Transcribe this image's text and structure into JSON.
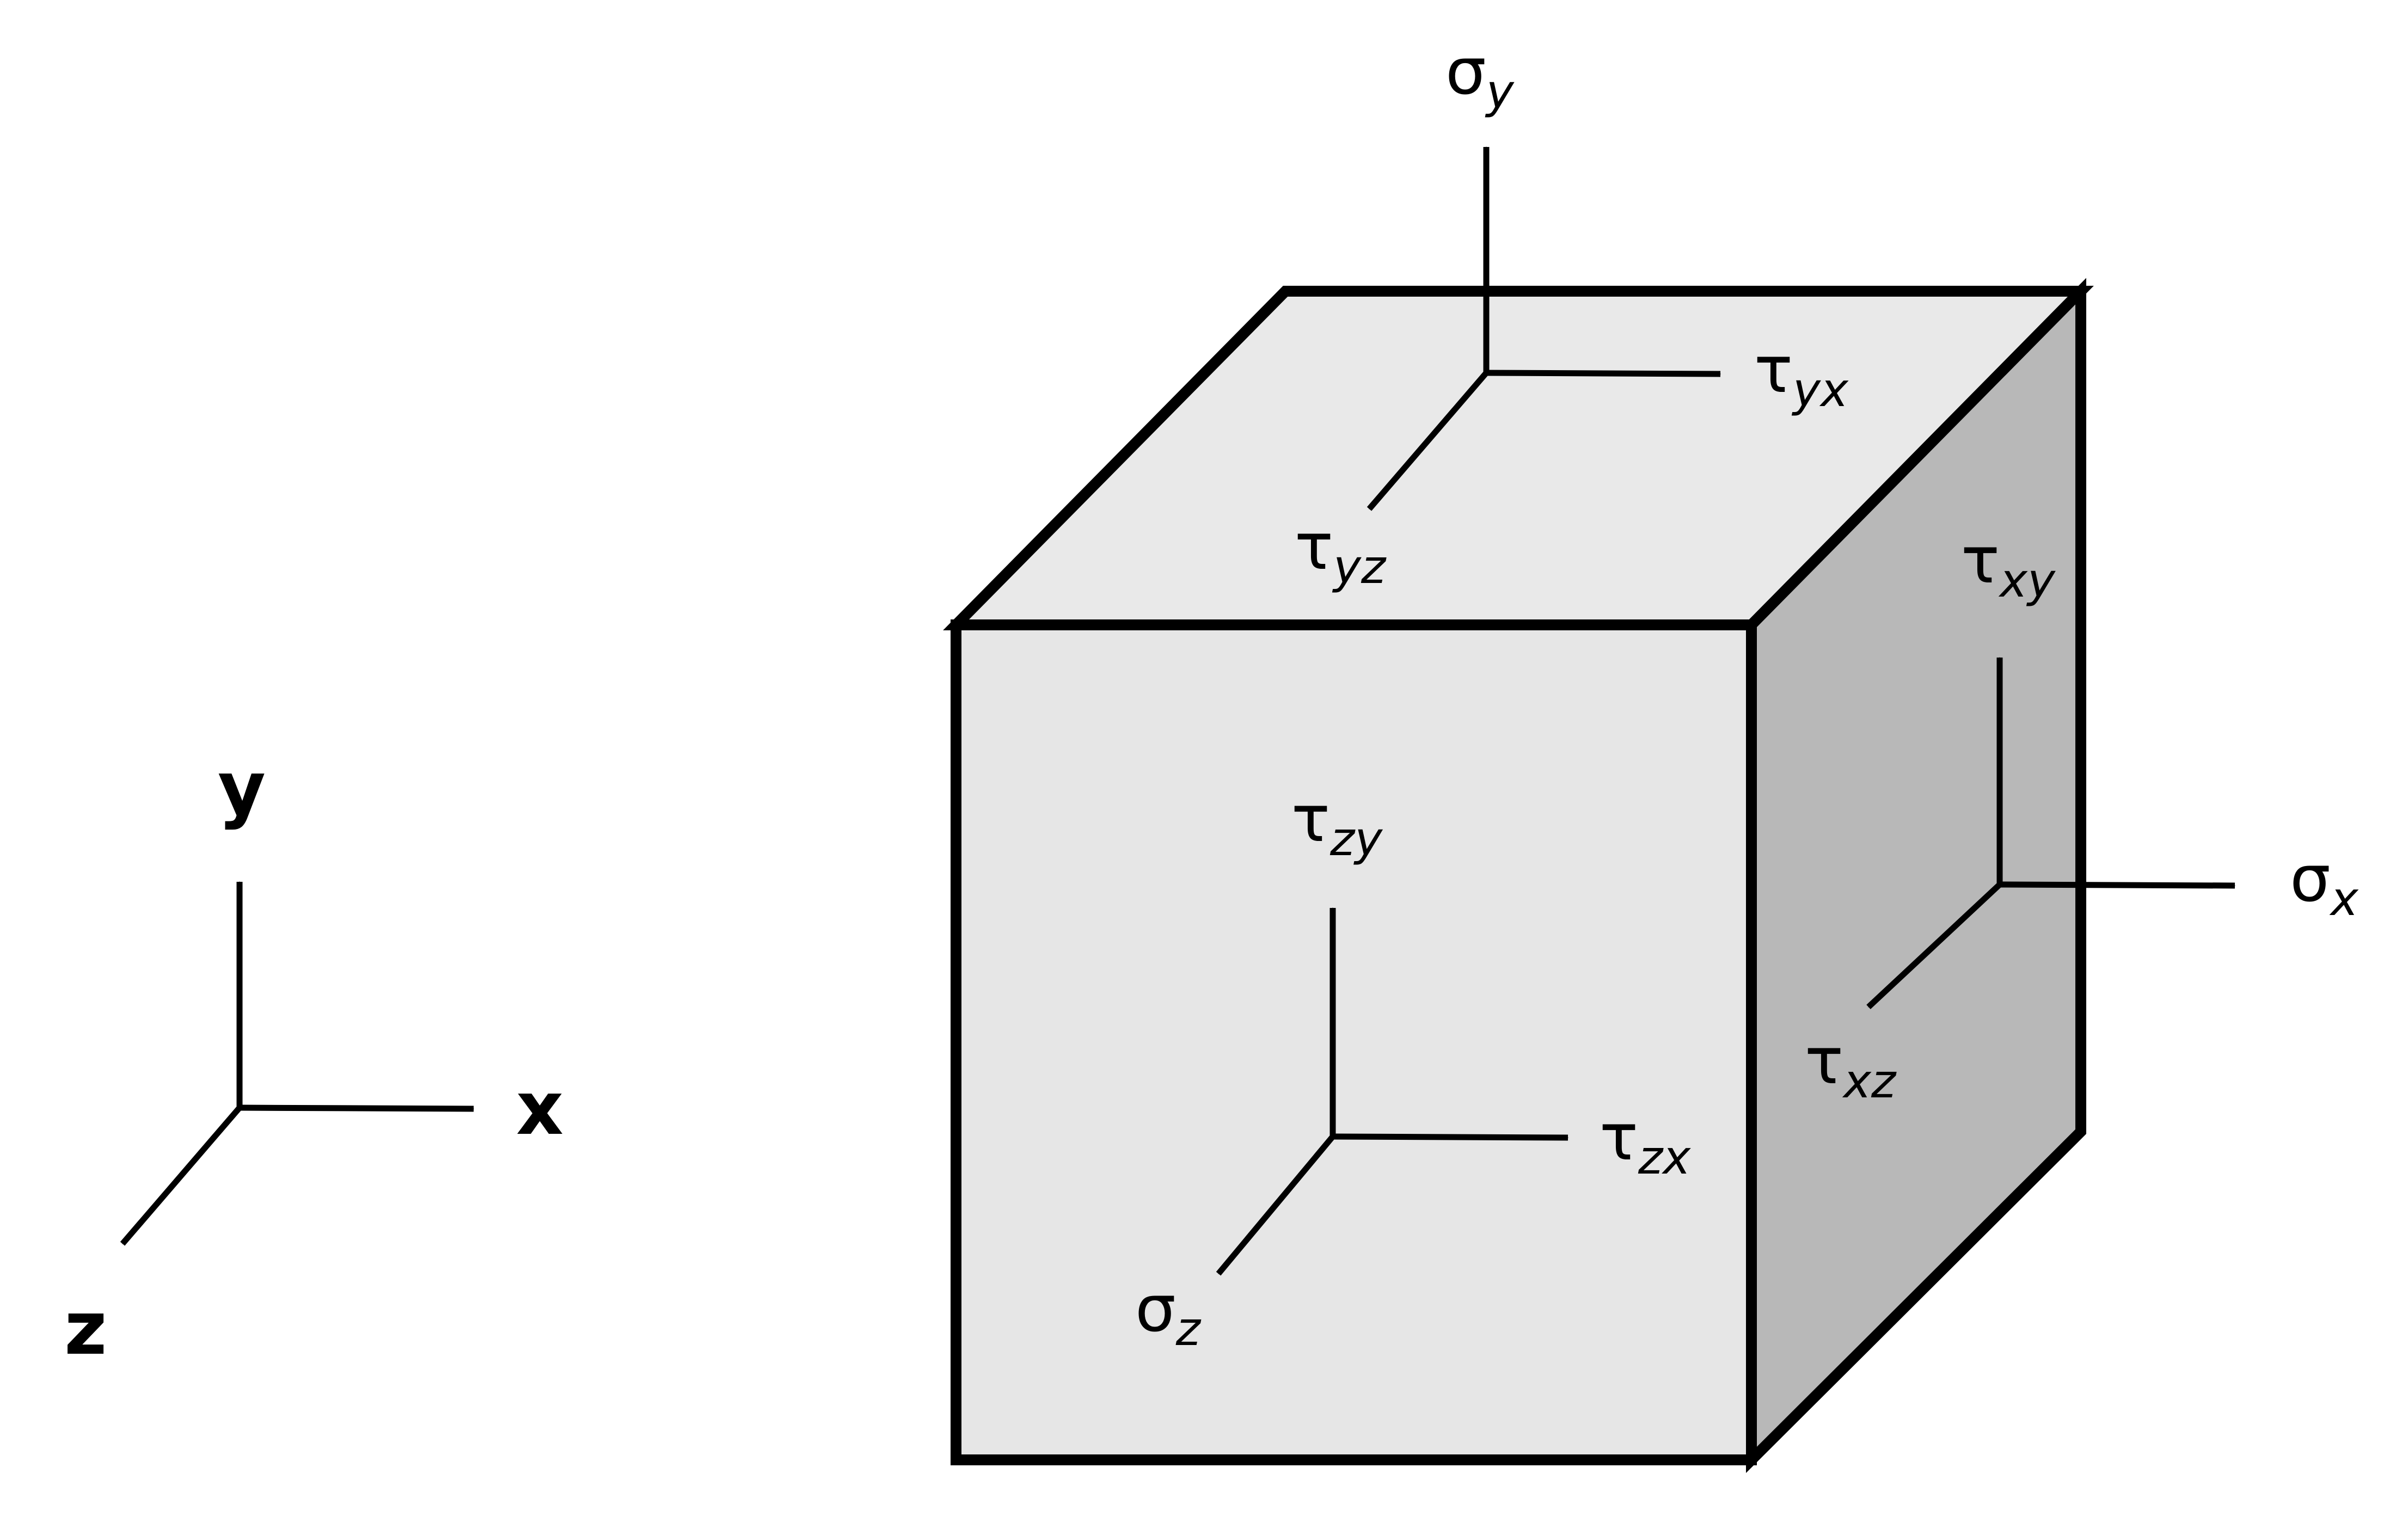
{
  "colors": {
    "stroke": "#000000",
    "front_face": "#e6e6e6",
    "top_face": "#e9e9e9",
    "side_face": "#b8b8b8",
    "background": "#ffffff"
  },
  "axes": {
    "x": "x",
    "y": "y",
    "z": "z"
  },
  "stresses": {
    "sigma_y": {
      "symbol": "σ",
      "sub": "y"
    },
    "tau_yx": {
      "symbol": "τ",
      "sub": "yx"
    },
    "tau_yz": {
      "symbol": "τ",
      "sub": "yz"
    },
    "tau_xy": {
      "symbol": "τ",
      "sub": "xy"
    },
    "sigma_x": {
      "symbol": "σ",
      "sub": "x"
    },
    "tau_xz": {
      "symbol": "τ",
      "sub": "xz"
    },
    "tau_zy": {
      "symbol": "τ",
      "sub": "zy"
    },
    "tau_zx": {
      "symbol": "τ",
      "sub": "zx"
    },
    "sigma_z": {
      "symbol": "σ",
      "sub": "z"
    }
  }
}
